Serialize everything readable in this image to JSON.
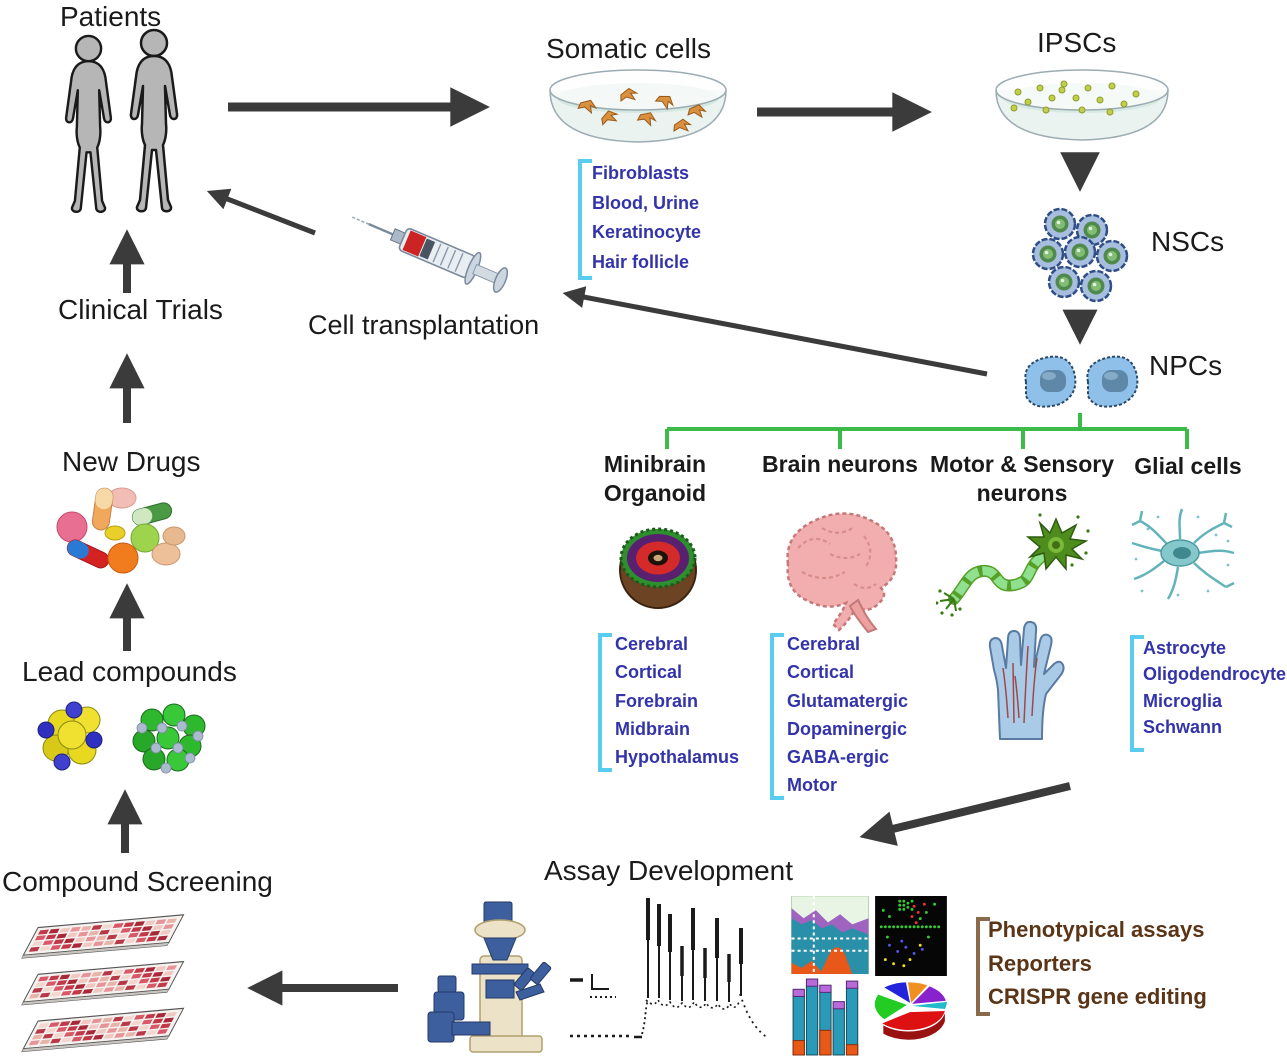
{
  "labels": {
    "patients": "Patients",
    "somatic_cells": "Somatic cells",
    "ipscs": "IPSCs",
    "nscs": "NSCs",
    "npcs": "NPCs",
    "clinical_trials": "Clinical Trials",
    "new_drugs": "New Drugs",
    "lead_compounds": "Lead compounds",
    "compound_screening": "Compound Screening",
    "cell_transplantation": "Cell transplantation",
    "assay_development": "Assay Development"
  },
  "somatic_sources": [
    "Fibroblasts",
    "Blood, Urine",
    "Keratinocyte",
    "Hair follicle"
  ],
  "branches": {
    "minibrain": {
      "line1": "Minibrain",
      "line2": "Organoid",
      "items": [
        "Cerebral",
        "Cortical",
        "Forebrain",
        "Midbrain",
        "Hypothalamus"
      ]
    },
    "brain_neurons": {
      "label": "Brain neurons",
      "items": [
        "Cerebral",
        "Cortical",
        "Glutamatergic",
        "Dopaminergic",
        "GABA-ergic",
        "Motor"
      ]
    },
    "motor_sensory": {
      "line1": "Motor & Sensory",
      "line2": "neurons"
    },
    "glial": {
      "label": "Glial cells",
      "items": [
        "Astrocyte",
        "Oligodendrocyte",
        "Microglia",
        "Schwann"
      ]
    }
  },
  "assay_methods": [
    "Phenotypical assays",
    "Reporters",
    "CRISPR gene editing"
  ],
  "colors": {
    "arrow": "#3b3b3b",
    "branch_bracket_green": "#3dbb49",
    "list_bracket_cyan": "#58cdee",
    "list_text_blue": "#3333aa",
    "assay_text_brown": "#5a3517"
  },
  "icons": [
    "patients-figures",
    "petri-dish-somatic",
    "petri-dish-ipsc",
    "nsc-cluster",
    "npc-cells",
    "syringe",
    "minibrain-organoid",
    "brain",
    "motor-neuron",
    "hand",
    "astrocyte",
    "pills",
    "molecules",
    "well-plates",
    "microscope",
    "ephys-traces",
    "area-chart",
    "scatter-plot",
    "bar-chart",
    "pie-chart"
  ]
}
